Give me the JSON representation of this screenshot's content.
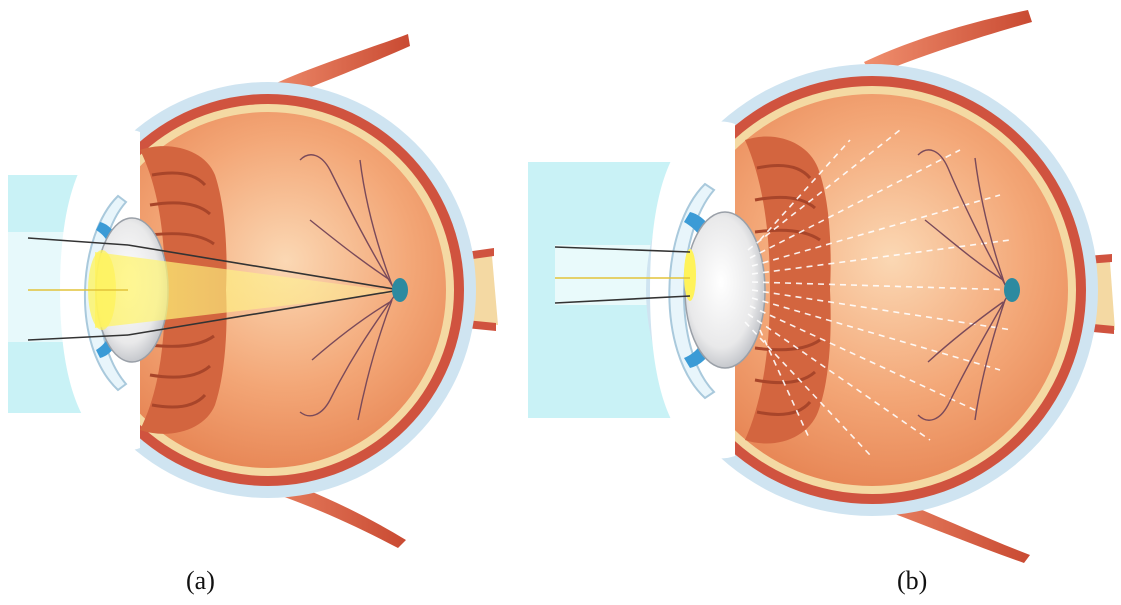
{
  "panels": [
    {
      "caption": "(a)"
    },
    {
      "caption": "(b)"
    }
  ],
  "colors": {
    "incident_light_band": "#c9f2f6",
    "sclera": "#cfe4f1",
    "choroid": "#d0533f",
    "retina": "#f4d9a3",
    "vitreous": "#f2a271",
    "ciliary_body": "#d3653f",
    "lens": "#f2f2f2",
    "iris": "#3b9bd6",
    "light_focus": "#fff35a",
    "muscle": "#e0694c",
    "blood_vessel": "#7a4a5a",
    "optic_nerve": "#f4d9a3"
  },
  "icons": [
    "eye-cross-section-illustration"
  ]
}
